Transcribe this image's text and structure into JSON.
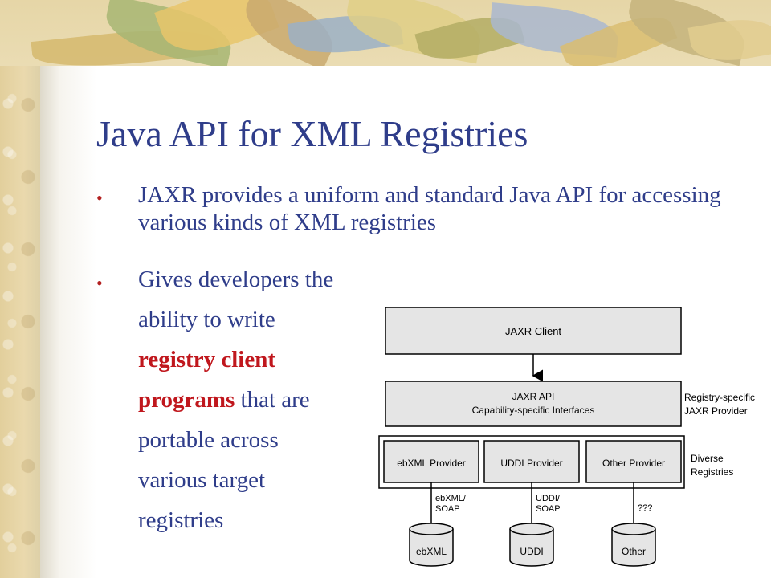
{
  "slide": {
    "title": "Java API for XML Registries",
    "bullet_symbol": "•",
    "bullets": [
      {
        "text": "JAXR provides a uniform and standard Java API for accessing various kinds of XML registries"
      },
      {
        "lines": [
          "Gives developers the",
          "ability to write",
          "registry client",
          "programs",
          " that are",
          "portable across",
          "various target",
          "registries"
        ]
      }
    ]
  },
  "diagram": {
    "client_label": "JAXR Client",
    "api_label_1": "JAXR API",
    "api_label_2": "Capability-specific Interfaces",
    "providers": [
      "ebXML Provider",
      "UDDI Provider",
      "Other Provider"
    ],
    "protocols": [
      [
        "ebXML/",
        "SOAP"
      ],
      [
        "UDDI/",
        "SOAP"
      ],
      [
        "???"
      ]
    ],
    "registries": [
      "ebXML",
      "UDDI",
      "Other"
    ],
    "side_labels": {
      "registry_specific_1": "Registry-specific",
      "registry_specific_2": "JAXR Provider",
      "diverse_1": "Diverse",
      "diverse_2": "Registries"
    }
  },
  "colors": {
    "title": "#2f3d8a",
    "emphasis": "#c0171d",
    "box_fill": "#e5e5e5"
  }
}
